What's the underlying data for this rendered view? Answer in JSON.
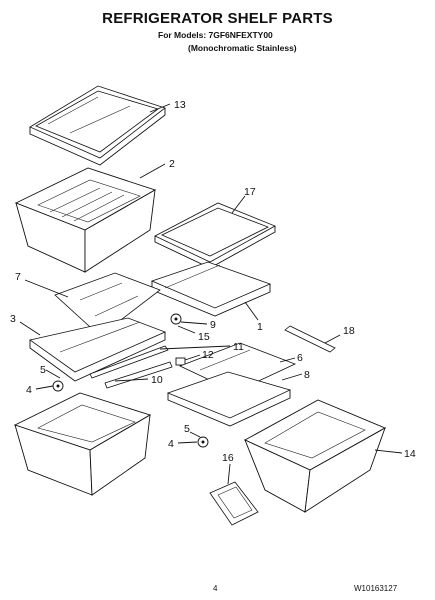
{
  "header": {
    "title": "REFRIGERATOR SHELF PARTS",
    "models": "For Models: 7GF6NFEXTY00",
    "variant": "(Monochromatic Stainless)"
  },
  "callouts": [
    "13",
    "2",
    "17",
    "7",
    "3",
    "9",
    "15",
    "1",
    "18",
    "11",
    "12",
    "6",
    "5",
    "4",
    "10",
    "8",
    "5",
    "4",
    "14",
    "16"
  ],
  "footer": {
    "page": "4",
    "doc_number": "W10163127"
  }
}
